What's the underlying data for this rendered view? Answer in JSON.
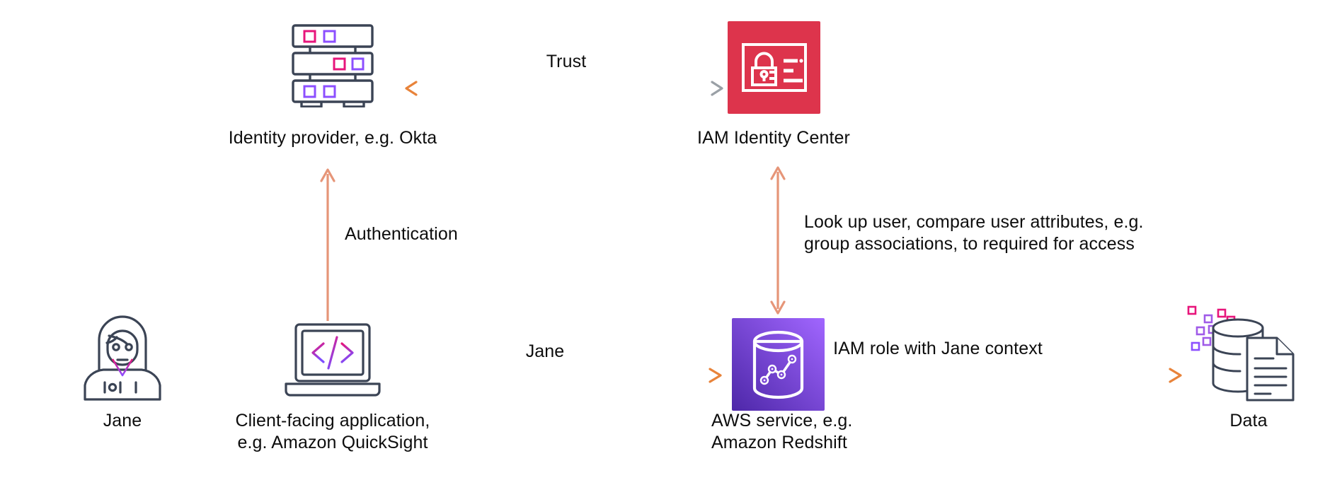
{
  "diagram": {
    "title": "IAM Identity Center trusted identity propagation flow",
    "background": "#ffffff"
  },
  "colors": {
    "iam_identity_center_red": "#DD344C",
    "redshift_purple_dark": "#4D27A8",
    "redshift_purple_light": "#A166FF",
    "line_orange": "#E8833A",
    "line_gray": "#9AA0A6",
    "line_salmon": "#E69578",
    "outline_navy": "#3B4455",
    "accent_pink": "#E7157B",
    "accent_violet": "#8C4FFF",
    "text": "#0d0d0d"
  },
  "nodes": [
    {
      "id": "identity-provider",
      "icon": "server-stack-icon",
      "label": "Identity provider, e.g. Okta",
      "align": "center"
    },
    {
      "id": "iam-identity-center",
      "icon": "iam-identity-center-icon",
      "label": "IAM Identity Center",
      "align": "center"
    },
    {
      "id": "jane-user",
      "icon": "user-woman-icon",
      "label": "Jane",
      "align": "center"
    },
    {
      "id": "client-application",
      "icon": "laptop-code-icon",
      "label": "Client-facing application,\ne.g. Amazon QuickSight",
      "align": "center"
    },
    {
      "id": "aws-service",
      "icon": "amazon-redshift-icon",
      "label": "AWS service, e.g.\nAmazon Redshift",
      "align": "left"
    },
    {
      "id": "data-store",
      "icon": "database-document-icon",
      "label": "Data",
      "align": "center"
    }
  ],
  "edges": [
    {
      "id": "trust-edge",
      "label": "Trust",
      "from": "identity-provider",
      "to": "iam-identity-center",
      "direction": "bidirectional",
      "orientation": "horizontal"
    },
    {
      "id": "authentication-edge",
      "label": "Authentication",
      "from": "client-application",
      "to": "identity-provider",
      "direction": "up",
      "orientation": "vertical"
    },
    {
      "id": "lookup-edge",
      "label": "Look up user, compare user attributes, e.g.\ngroup associations, to required for access",
      "from": "aws-service",
      "to": "iam-identity-center",
      "direction": "bidirectional",
      "orientation": "vertical"
    },
    {
      "id": "jane-connector-edge",
      "label": "",
      "from": "jane-user",
      "to": "client-application",
      "direction": "none",
      "orientation": "horizontal"
    },
    {
      "id": "jane-request-edge",
      "label": "Jane",
      "from": "client-application",
      "to": "aws-service",
      "direction": "right",
      "orientation": "horizontal"
    },
    {
      "id": "iam-role-edge",
      "label": "IAM role with Jane context",
      "from": "aws-service",
      "to": "data-store",
      "direction": "right",
      "orientation": "horizontal"
    }
  ]
}
